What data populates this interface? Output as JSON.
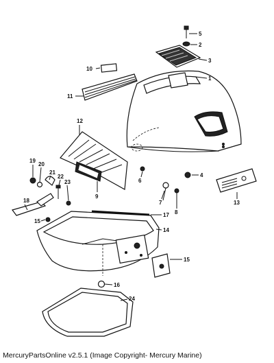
{
  "caption": "MercuryPartsOnline v2.5.1 (Image Copyright- Mercury Marine)",
  "callouts": {
    "c1": "1",
    "c2": "2",
    "c3": "3",
    "c4": "4",
    "c5": "5",
    "c6": "6",
    "c7": "7",
    "c8": "8",
    "c9": "9",
    "c10": "10",
    "c11": "11",
    "c12": "12",
    "c13": "13",
    "c14": "14",
    "c15": "15",
    "c16": "16",
    "c17": "17",
    "c18": "18",
    "c19": "19",
    "c20": "20",
    "c21": "21",
    "c22": "22",
    "c23": "23",
    "c24": "24"
  }
}
